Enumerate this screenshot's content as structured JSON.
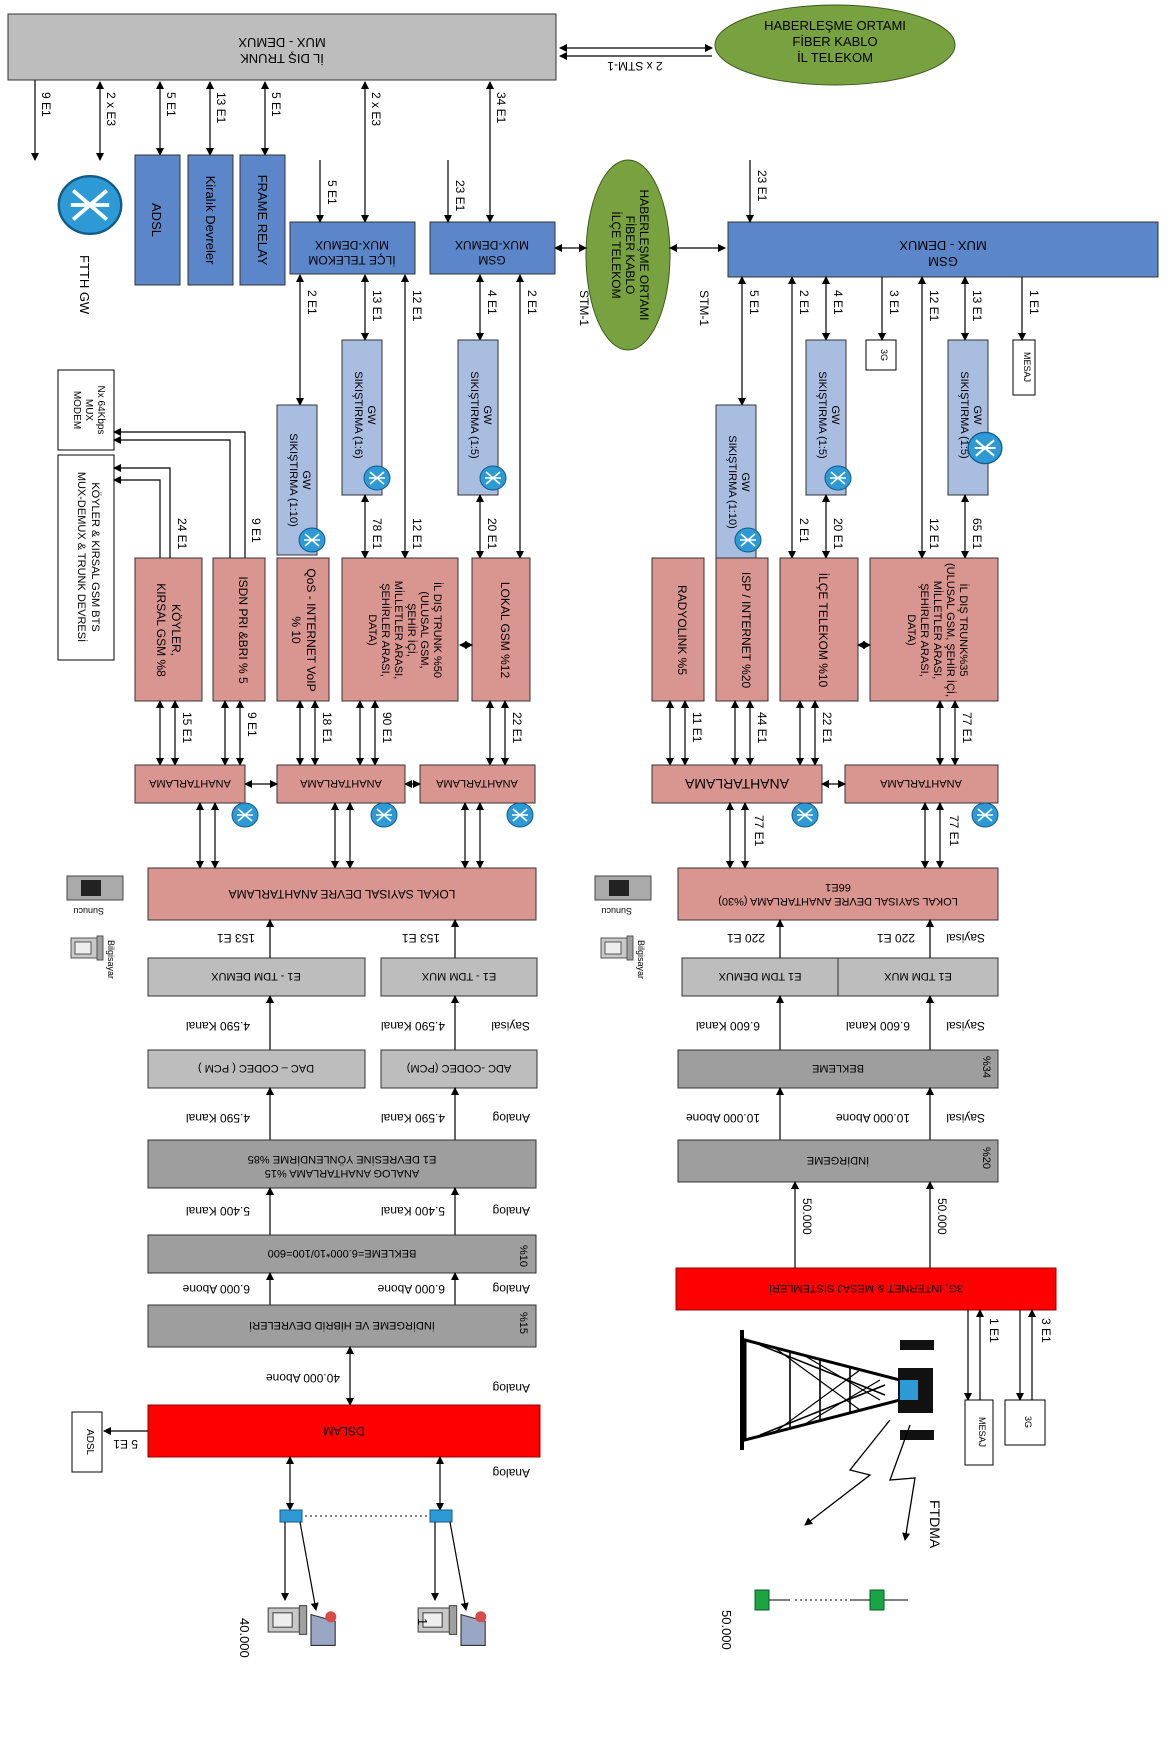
{
  "top": {
    "il_dis_trunk": [
      "İL DIŞ TRUNK",
      "MUX - DEMUX"
    ],
    "haberlesme_il": [
      "HABERLEŞME ORTAMI",
      "FİBER KABLO",
      "İL TELEKOM"
    ],
    "stm_2x": "2 x STM-1",
    "haberlesme_ilce": [
      "HABERLEŞME ORTAMI",
      "FİBER KABLO",
      "İLÇE TELEKOM"
    ],
    "stm1_a": "STM-1",
    "stm1_b": "STM-1"
  },
  "trunk_links": [
    "9 E1",
    "2 x E3",
    "5 E1",
    "13 E1",
    "5 E1",
    "2 x E3",
    "34 E1"
  ],
  "services": {
    "adsl": "ADSL",
    "kiralik": "Kiralık Devreler",
    "frame_relay": "FRAME RELAY",
    "ftth": "FTTH GW"
  },
  "left": {
    "ilce_mux": [
      "İLÇE TELEKOM",
      "MUX-DEMUX"
    ],
    "gsm_mux": [
      "GSM",
      "MUX-DEMUX"
    ],
    "ilce_in": "5 E1",
    "gsm_in": "23 E1",
    "links_a": [
      "2 E1",
      "13 E1",
      "12 E1",
      "4 E1",
      "2 E1"
    ],
    "gw_qos": [
      "GW",
      "SIKIŞTIRMA (1:10)"
    ],
    "gw_16": [
      "GW",
      "SIKIŞTIRMA (1:6)"
    ],
    "gw_15": [
      "GW",
      "SIKIŞTIRMA (1:5)"
    ],
    "links_b": [
      "24 E1",
      "9 E1",
      "78 E1",
      "12 E1",
      "20 E1"
    ],
    "nx_modem": [
      "Nx 64Kbps",
      "MUX",
      "MODEM"
    ],
    "koyler_box": [
      "KÖYLER & KIRSAL GSM BTS",
      "MUX-DEMUX & TRUNK DEVRESİ"
    ],
    "kirsal": [
      "KÖYLER,",
      "KIRSAL GSM %8"
    ],
    "isdn": "ISDN PRI &BRI % 5",
    "qos": [
      "QoS - INTERNET VoIP",
      "% 10"
    ],
    "il_dis": [
      "İL DIŞ TRUNK %50",
      "(ULUSAL GSM,",
      "ŞEHİR İÇİ,",
      "MİLLETLER ARASI,",
      "ŞEHİRLER ARASI,",
      "DATA)"
    ],
    "lokal_gsm": "LOKAL GSM %12",
    "links_c": [
      "15 E1",
      "9 E1",
      "18 E1",
      "90 E1",
      "22 E1"
    ],
    "anahtarlama": "ANAHTARLAMA",
    "lokal_sayisal": "LOKAL SAYISAL DEVRE ANAHTARLAMA",
    "sunucu": "Sunucu",
    "bilgisayar": "Bilgisayar",
    "e1_153_a": "153 E1",
    "e1_153_b": "153 E1",
    "tdm_demux": "E1 - TDM DEMUX",
    "tdm_mux": "E1 - TDM MUX",
    "kanal_4590": "4.590 Kanal",
    "sayisal": "Sayisal",
    "dac": "DAC – CODEC ( PCM )",
    "adc": "ADC -CODEC (PCM)",
    "analog": "Analog",
    "analog_anahtar": [
      "ANALOG ANAHTARLAMA %15",
      "E1 DEVRESİNE YÖNLENDİRME  %85"
    ],
    "kanal_5400": "5.400 Kanal",
    "bekleme": "BEKLEME=6.000*10/100=600",
    "pct10": "%10",
    "abone_6000": "6.000 Abone",
    "indirgeme_hibrid": "İNDİRGEME VE HİBRİD DEVRELERİ",
    "pct15": "%15",
    "abone_40000": "40.000 Abone",
    "dslam": "DSLAM",
    "adsl_box": "ADSL",
    "e1_5": "5 E1",
    "n1": "1",
    "n40000": "40.000"
  },
  "right": {
    "gsm_mux": [
      "GSM",
      "MUX - DEMUX"
    ],
    "gsm_in": "23 E1",
    "links_a": [
      "5 E1",
      "2 E1",
      "4 E1",
      "3 E1",
      "12 E1",
      "13 E1",
      "1 E1"
    ],
    "g3": "3G",
    "mesaj": "MESAJ",
    "gw_110": [
      "GW",
      "SIKIŞTIRMA (1:10)"
    ],
    "gw_15a": [
      "GW",
      "SIKIŞTIRMA (1:5)"
    ],
    "gw_15b": [
      "GW",
      "SIKIŞTIRMA (1:5)"
    ],
    "links_b": [
      "2 E1",
      "20 E1",
      "12 E1",
      "65 E1"
    ],
    "radyolink": "RADYOLINK %5",
    "isp": "ISP / INTERNET %20",
    "ilce": "İLÇE TELEKOM %10",
    "il_dis": [
      "İL DIŞ TRUNK%35",
      "(ULUSAL GSM, ŞEHİR İÇİ,",
      "MİLLETLER ARASI,",
      "ŞEHİRLER ARASI,",
      "DATA)"
    ],
    "links_c": [
      "11 E1",
      "44 E1",
      "22 E1",
      "77 E1"
    ],
    "anahtarlama": "ANAHTARLAMA",
    "e1_77": "77 E1",
    "lokal_sayisal": [
      "LOKAL SAYISAL DEVRE ANAHTARLAMA (%30)",
      "66E1"
    ],
    "e1_220": "220 E1",
    "tdm_mux": "E1 TDM MUX",
    "tdm_demux": "E1 TDM DEMUX",
    "sayisal": "Sayisal",
    "kanal_6600": "6.600 Kanal",
    "bekleme": "BEKLEME",
    "pct34": "%34",
    "abone_10000": "10.000 Abone",
    "indirgeme": "İNDİRGEME",
    "pct20": "%20",
    "n50000": "50.000",
    "sistemler": "3G, INTERNET & MESAJ SİSTEMLERİ",
    "e1_1": "1 E1",
    "e1_3": "3 E1",
    "ftdma": "FTDMA"
  }
}
